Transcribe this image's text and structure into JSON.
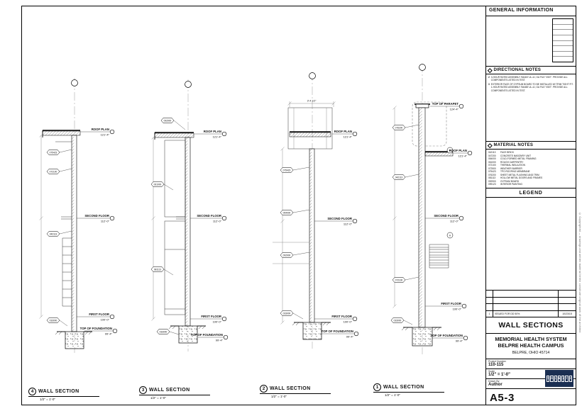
{
  "titleblock": {
    "general_information": "GENERAL INFORMATION",
    "directional_notes": {
      "title": "DIRECTIONAL NOTES",
      "items": [
        {
          "num": "2",
          "text": "3-HOUR RATED ASSEMBLY 'B4463' UL-4J, GA FILE 'V507'. PROVIDE ALL COMPONENTS LISTED IN TEST."
        },
        {
          "num": "3",
          "text": "EXTERIOR FACE OF GYPSUM BOARD TO BE INSTALLED W/ TRIM TIGHT FIT. 1-HOUR RATED ASSEMBLY 'B4488' UL-4J, GA FILE 'V507'. PROVIDE ALL COMPONENTS LISTED IN TEST."
        }
      ]
    },
    "material_notes": {
      "title": "MATERIAL NOTES",
      "items": [
        {
          "code": "042113",
          "label": "FACE BRICK"
        },
        {
          "code": "047200",
          "label": "CONCRETE MASONRY UNIT"
        },
        {
          "code": "054000",
          "label": "COLD-FORMED METAL FRAMING"
        },
        {
          "code": "061000",
          "label": "ROUGH CARPENTRY"
        },
        {
          "code": "072100",
          "label": "THERMAL INSULATION"
        },
        {
          "code": "072500",
          "label": "WEATHER BARRIER"
        },
        {
          "code": "075423",
          "label": "TPO ROOFING MEMBRANE"
        },
        {
          "code": "076200",
          "label": "SHEET METAL FLASHING AND TRIM"
        },
        {
          "code": "081113",
          "label": "HOLLOW METAL DOORS AND FRAMES"
        },
        {
          "code": "092900",
          "label": "GYPSUM BOARD"
        },
        {
          "code": "099123",
          "label": "INTERIOR PAINTING"
        }
      ]
    },
    "legend_title": "LEGEND",
    "revisions": {
      "filled": {
        "num": "1",
        "desc": "ISSUED FOR DD 50%",
        "date": "10/23/15"
      }
    },
    "sheet_title": "WALL SECTIONS",
    "project": {
      "name_line1": "MEMORIAL HEALTH SYSTEM",
      "name_line2": "BELPRE HEALTH CAMPUS",
      "location": "BELPRE, OHIO 45714"
    },
    "fields": {
      "project_number_label": "Project Number",
      "project_number": "110-115",
      "scale_label": "Scale",
      "scale": "1/2\" = 1'-0\"",
      "drawn_by_label": "Drawn By",
      "drawn_by": "Author"
    },
    "sheet_number": "A5-3",
    "logo_letters": [
      "T",
      "R",
      "I",
      "N",
      "I",
      "T",
      "Y"
    ]
  },
  "edge_note": "© Copyrighted — drawings and written material herein constitute original work of the architect",
  "sections": [
    {
      "num": "4",
      "title": "WALL SECTION",
      "scale": "1/2\" = 1'-0\"",
      "levels": {
        "roof": {
          "name": "ROOF PLAN",
          "elev": "121'-4\""
        },
        "second": {
          "name": "SECOND FLOOR",
          "elev": "112'-0\""
        },
        "first": {
          "name": "FIRST FLOOR",
          "elev": "100'-0\""
        },
        "foundation": {
          "name": "TOP OF FOUNDATION",
          "elev": "99'-4\""
        }
      },
      "keynotes": [
        "075423",
        "072100",
        "042113",
        "033000"
      ]
    },
    {
      "num": "3",
      "title": "WALL SECTION",
      "scale": "1/2\" = 1'-0\"",
      "levels": {
        "roof": {
          "name": "ROOF PLAN",
          "elev": "121'-4\""
        },
        "second": {
          "name": "SECOND FLOOR",
          "elev": "112'-0\""
        },
        "first": {
          "name": "FIRST FLOOR",
          "elev": "100'-0\""
        },
        "foundation": {
          "name": "TOP OF FOUNDATION",
          "elev": "99'-4\""
        }
      },
      "keynotes": [
        "092900",
        "061000",
        "081113",
        "033000"
      ]
    },
    {
      "num": "2",
      "title": "WALL SECTION",
      "scale": "1/2\" = 1'-0\"",
      "dim_top": "3'-4 1/2\"",
      "levels": {
        "roof": {
          "name": "ROOF PLAN",
          "elev": "121'-4\""
        },
        "second": {
          "name": "SECOND FLOOR",
          "elev": "112'-0\""
        },
        "first": {
          "name": "FIRST FLOOR",
          "elev": "100'-0\""
        },
        "foundation": {
          "name": "TOP OF FOUNDATION",
          "elev": "99'-4\""
        }
      },
      "keynotes": [
        "075423",
        "054000",
        "092900",
        "033000"
      ]
    },
    {
      "num": "1",
      "title": "WALL SECTION",
      "scale": "1/2\" = 1'-0\"",
      "tags": [
        "A",
        "A"
      ],
      "levels": {
        "parapet": {
          "name": "TOP OF PARAPET",
          "elev": "124'-4\""
        },
        "roof": {
          "name": "ROOF PLAN",
          "elev": "121'-4\""
        },
        "second": {
          "name": "SECOND FLOOR",
          "elev": "112'-0\""
        },
        "first": {
          "name": "FIRST FLOOR",
          "elev": "100'-0\""
        },
        "foundation": {
          "name": "TOP OF FOUNDATION",
          "elev": "99'-4\""
        }
      },
      "keynotes": [
        "076200",
        "042113",
        "072100",
        "033000"
      ]
    }
  ]
}
